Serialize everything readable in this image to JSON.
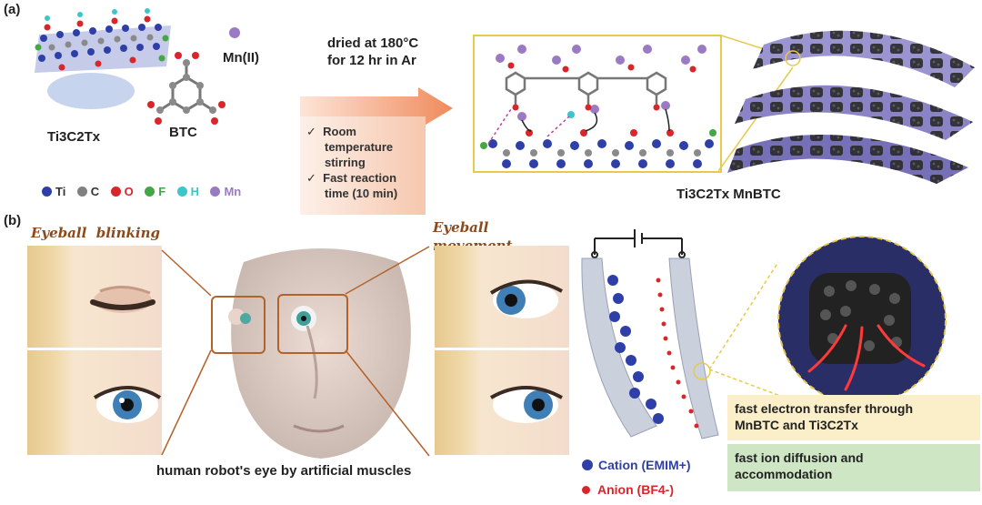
{
  "panel_a": {
    "label": "(a)",
    "mxene_label": "Ti3C2Tx",
    "btc_label": "BTC",
    "mn_label": "Mn(II)",
    "condition_dried_line1": "dried at 180°C",
    "condition_dried_line2": "for 12 hr in Ar",
    "condition_check1_line1": "Room",
    "condition_check1_line2": "temperature",
    "condition_check1_line3": "stirring",
    "condition_check2_line1": "Fast reaction",
    "condition_check2_line2": "time (10 min)",
    "checkmark": "✓",
    "product_label": "Ti3C2Tx MnBTC",
    "legend": [
      {
        "symbol": "Ti",
        "color": "#2f3fa8"
      },
      {
        "symbol": "C",
        "color": "#808080"
      },
      {
        "symbol": "O",
        "color": "#d8262a"
      },
      {
        "symbol": "F",
        "color": "#43a843"
      },
      {
        "symbol": "H",
        "color": "#3cc6cc"
      },
      {
        "symbol": "Mn",
        "color": "#9b7ac4"
      }
    ],
    "colors": {
      "arrow": "#f1a07a",
      "box_border": "#e8c94c",
      "condition_bg": "#fbe1d3",
      "sheet": "#7670b8"
    }
  },
  "panel_b": {
    "label": "(b)",
    "blink_label": "Eyeball  blinking",
    "movement_label_line1": "Eyeball",
    "movement_label_line2": "movement",
    "caption": "human robot's eye by artificial muscles",
    "cation_label": "Cation (EMIM+)",
    "anion_label": "Anion (BF4-)",
    "electron_text_line1": "fast electron transfer through",
    "electron_text_line2": "MnBTC and Ti3C2Tx",
    "ion_text_line1": "fast ion diffusion and",
    "ion_text_line2": "accommodation",
    "colors": {
      "electron_bg": "#fbefc9",
      "ion_bg": "#cfe6c4",
      "cation": "#2f3fa8",
      "anion": "#d8262a",
      "frame": "#b4622b"
    }
  }
}
